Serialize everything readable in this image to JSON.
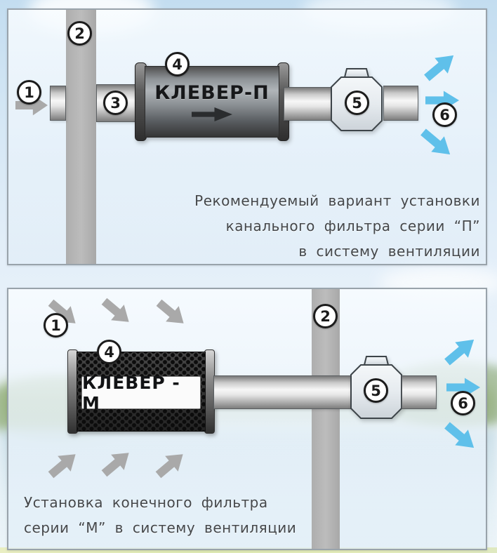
{
  "top_panel": {
    "markers": {
      "m1": "1",
      "m2": "2",
      "m3": "3",
      "m4": "4",
      "m5": "5",
      "m6": "6"
    },
    "filter_label": "КЛЕВЕР-П",
    "caption": {
      "line1": "Рекомендуемый вариант установки",
      "line2": "канального фильтра серии “П”",
      "line3": "в систему вентиляции"
    }
  },
  "bottom_panel": {
    "markers": {
      "m1": "1",
      "m2": "2",
      "m4": "4",
      "m5": "5",
      "m6": "6"
    },
    "filter_label": "КЛЕВЕР - М",
    "caption": {
      "line1": "Установка конечного фильтра",
      "line2": "серии “М” в систему вентиляции"
    }
  },
  "colors": {
    "clean_air_arrow": "#5fc0ea",
    "intake_air_arrow": "#a9a9a9",
    "wall": "#b3b3b3",
    "panel_border": "#99a3ab"
  }
}
